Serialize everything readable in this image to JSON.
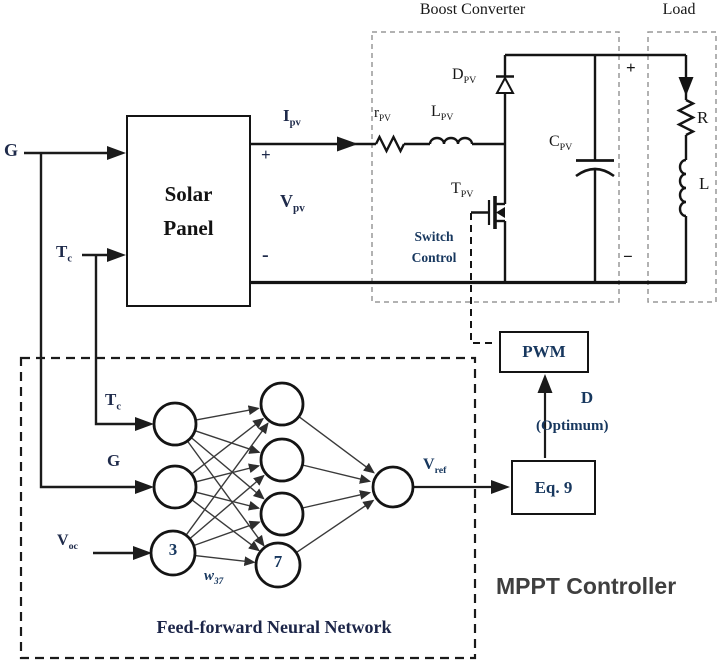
{
  "colors": {
    "accent_navy": "#17375E",
    "mppt_gray": "#3F3F3F",
    "wire_black": "#141414",
    "dashed_gray": "#999999"
  },
  "titles": {
    "boost": "Boost Converter",
    "load": "Load",
    "mppt": "MPPT Controller",
    "nn": "Feed-forward Neural Network"
  },
  "solar_panel": {
    "line1": "Solar",
    "line2": "Panel"
  },
  "inputs": {
    "g": "G",
    "tc_base": "T",
    "tc_sub": "c",
    "voc_base": "V",
    "voc_sub": "oc"
  },
  "pv": {
    "ipv_base": "I",
    "ipv_sub": "pv",
    "vpv_base": "V",
    "vpv_sub": "pv",
    "plus": "+",
    "minus": "-"
  },
  "converter": {
    "rpv_base": "r",
    "rpv_sub": "PV",
    "lpv_base": "L",
    "lpv_sub": "PV",
    "dpv_base": "D",
    "dpv_sub": "PV",
    "cpv_base": "C",
    "cpv_sub": "PV",
    "tpv_base": "T",
    "tpv_sub": "PV",
    "switch_line1": "Switch",
    "switch_line2": "Control"
  },
  "load_section": {
    "plus": "+",
    "minus": "−",
    "r": "R",
    "l": "L"
  },
  "controller": {
    "pwm": "PWM",
    "eq9": "Eq. 9",
    "d": "D",
    "optimum": "(Optimum)",
    "vref_base": "V",
    "vref_sub": "ref"
  },
  "nn": {
    "tc_base": "T",
    "tc_sub": "c",
    "g": "G",
    "node3": "3",
    "node7": "7",
    "w_base": "w",
    "w_sub": "37"
  }
}
